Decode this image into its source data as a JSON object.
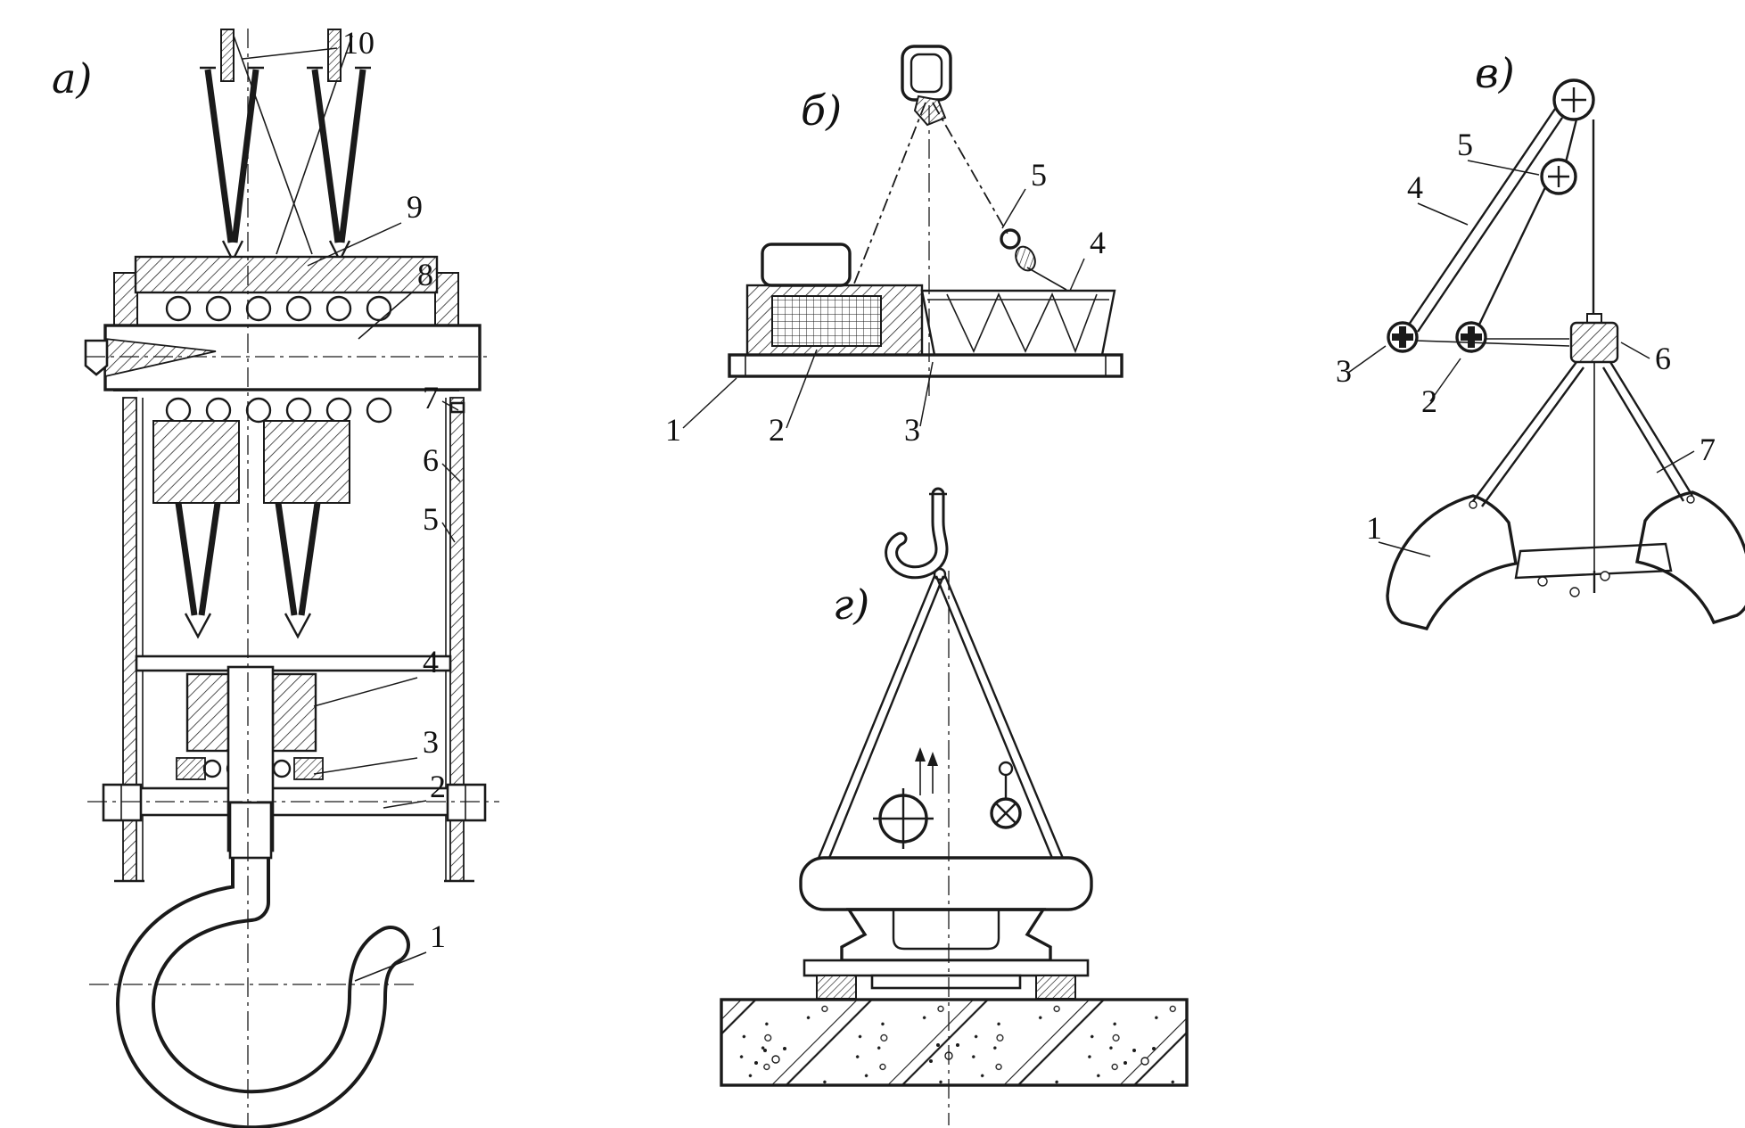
{
  "figure": {
    "background": "#ffffff",
    "ink": "#1a1a1a",
    "description-visible-text-only": true
  },
  "panels": {
    "a": {
      "label": "а)",
      "callouts": [
        {
          "text": "10"
        },
        {
          "text": "9"
        },
        {
          "text": "8"
        },
        {
          "text": "7"
        },
        {
          "text": "6"
        },
        {
          "text": "5"
        },
        {
          "text": "4"
        },
        {
          "text": "3"
        },
        {
          "text": "2"
        },
        {
          "text": "1"
        }
      ]
    },
    "b": {
      "label": "б)",
      "callouts": [
        {
          "text": "5"
        },
        {
          "text": "4"
        },
        {
          "text": "1"
        },
        {
          "text": "2"
        },
        {
          "text": "3"
        }
      ]
    },
    "v": {
      "label": "в)",
      "callouts": [
        {
          "text": "5"
        },
        {
          "text": "4"
        },
        {
          "text": "3"
        },
        {
          "text": "2"
        },
        {
          "text": "6"
        },
        {
          "text": "7"
        },
        {
          "text": "1"
        }
      ]
    },
    "g": {
      "label": "г)",
      "callouts": []
    }
  }
}
